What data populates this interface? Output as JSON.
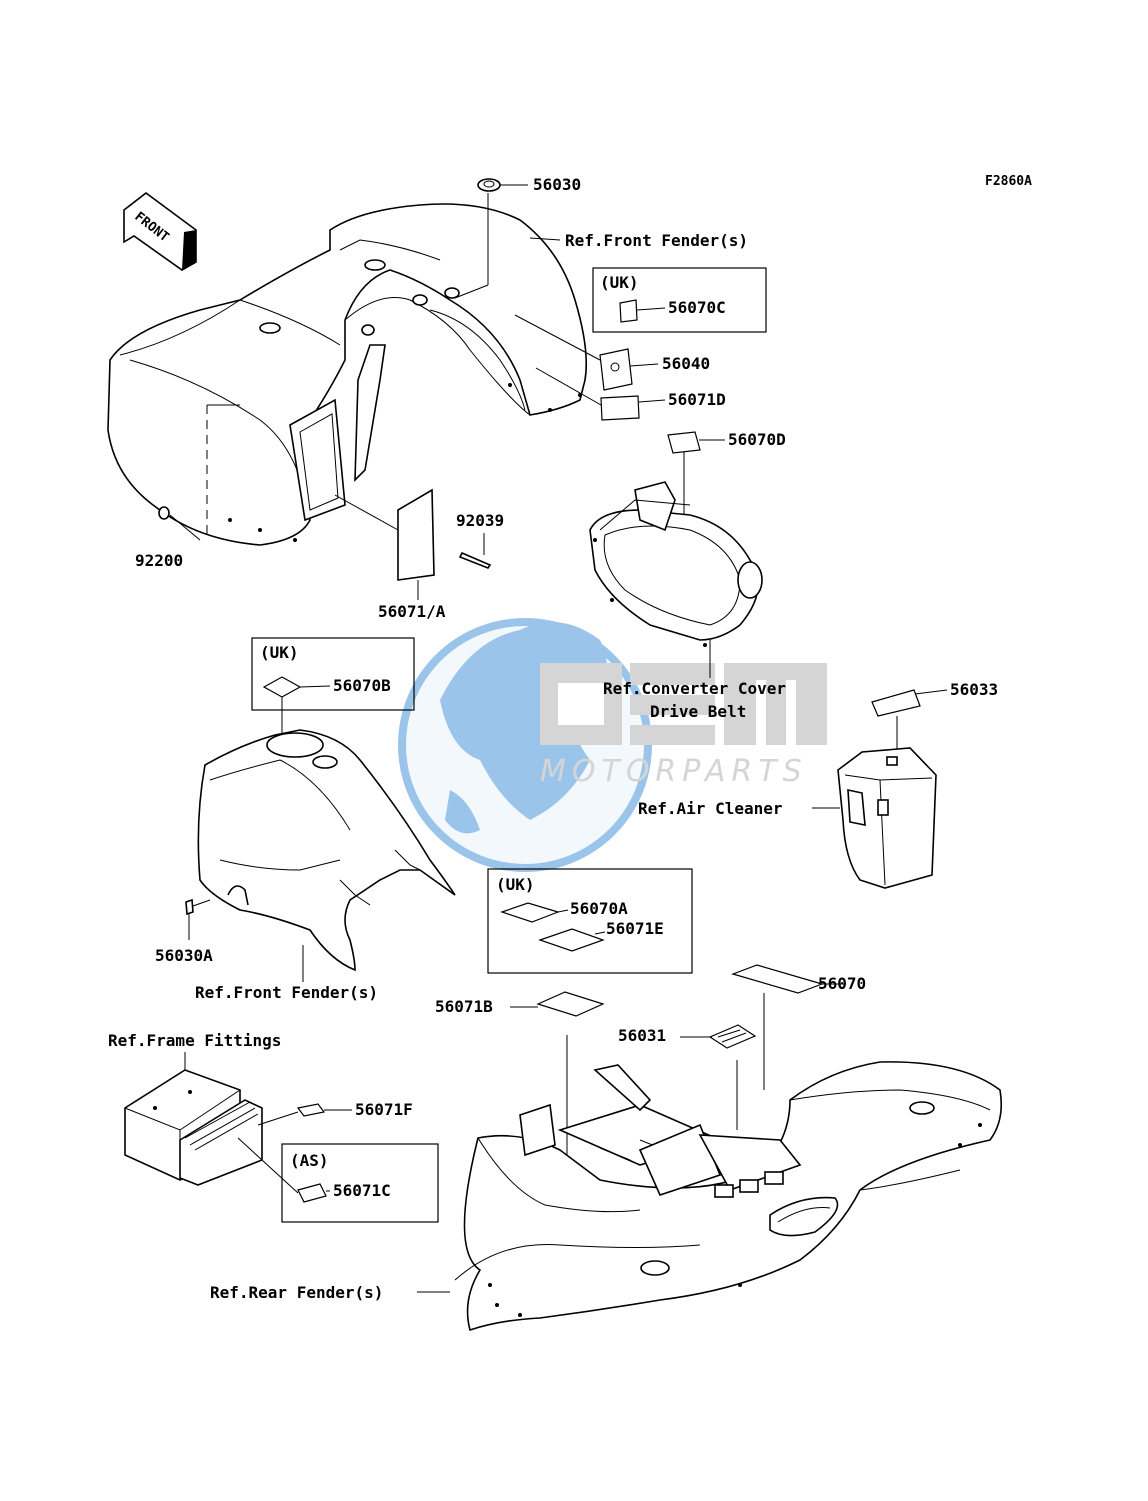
{
  "figure_code": "F2860A",
  "direction_arrow": "FRONT",
  "watermark": {
    "brand": "OSM",
    "subtitle": "MOTORPARTS",
    "color": "#3f8fd8",
    "grey": "#b3b3b3"
  },
  "region_boxes": {
    "uk": "(UK)",
    "as": "(AS)"
  },
  "parts": {
    "p56030": "56030",
    "p56070C": "56070C",
    "p56040": "56040",
    "p56071D": "56071D",
    "p56070D": "56070D",
    "p92039": "92039",
    "p92200": "92200",
    "p56071A": "56071/A",
    "p56070B": "56070B",
    "p56033": "56033",
    "p56030A": "56030A",
    "p56070A": "56070A",
    "p56071E": "56071E",
    "p56070": "56070",
    "p56071B": "56071B",
    "p56031": "56031",
    "p56071F": "56071F",
    "p56071C": "56071C"
  },
  "refs": {
    "front_fender_top": "Ref.Front Fender(s)",
    "converter_cover_1": "Ref.Converter Cover",
    "converter_cover_2": "Drive Belt",
    "air_cleaner": "Ref.Air Cleaner",
    "front_fender_bottom": "Ref.Front Fender(s)",
    "frame_fittings": "Ref.Frame Fittings",
    "rear_fender": "Ref.Rear Fender(s)"
  }
}
